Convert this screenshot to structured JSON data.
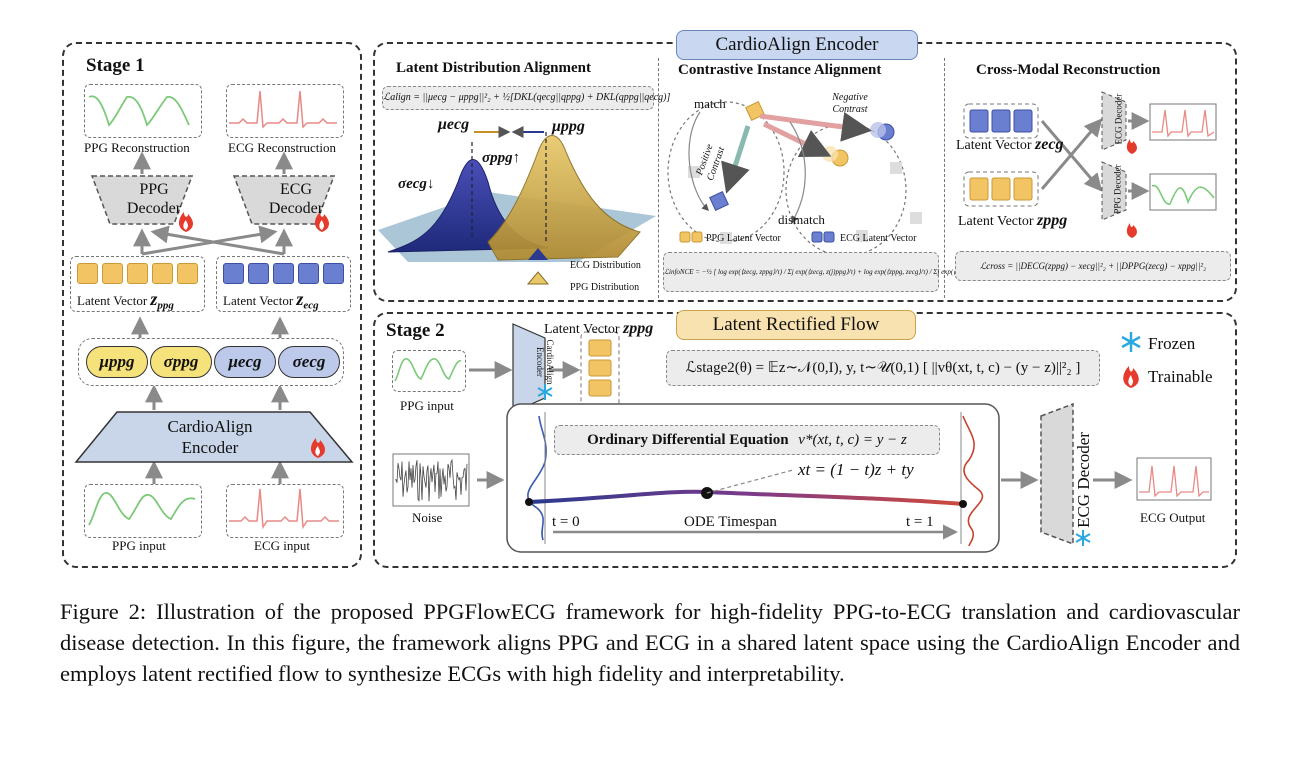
{
  "stage1": {
    "title": "Stage 1",
    "ppg_reconstruction": "PPG Reconstruction",
    "ecg_reconstruction": "ECG Reconstruction",
    "ppg_decoder": "PPG Decoder",
    "ecg_decoder": "ECG Decoder",
    "latent_ppg_label": "Latent Vector",
    "latent_ppg_sym": "z",
    "latent_ppg_sub": "ppg",
    "latent_ecg_label": "Latent Vector",
    "latent_ecg_sym": "z",
    "latent_ecg_sub": "ecg",
    "mu_ppg": "μppg",
    "sigma_ppg": "σppg",
    "mu_ecg": "μecg",
    "sigma_ecg": "σecg",
    "encoder": "CardioAlign Encoder",
    "ppg_input": "PPG input",
    "ecg_input": "ECG input"
  },
  "encoder_panel": {
    "title": "CardioAlign Encoder",
    "lda": {
      "title": "Latent Distribution Alignment",
      "formula": "ℒalign = ||μecg − μppg||²₂ + ½[DKL(qecg||qppg) + DKL(qppg||qecg)]",
      "mu_ecg": "μecg",
      "mu_ppg": "μppg",
      "sigma_ppg": "σppg↑",
      "sigma_ecg": "σecg↓",
      "legend_ecg": "ECG Distribution",
      "legend_ppg": "PPG Distribution"
    },
    "cia": {
      "title": "Contrastive Instance Alignment",
      "match": "match",
      "dismatch": "dismatch",
      "negative": "Negative Contrast",
      "positive": "Positive Contrast",
      "legend_ppg": "PPG Latent Vector",
      "legend_ecg": "ECG Latent Vector",
      "formula": "ℒinfoNCE = −½ [ log exp(⟨zecg, zppg⟩/τ) / Σj exp(⟨zecg, z(j)ppg⟩/τ) + log exp(⟨zppg, zecg⟩/τ) / Σj exp(⟨zppg, z(j)ecg⟩/τ) ]"
    },
    "cmr": {
      "title": "Cross-Modal Reconstruction",
      "latent_ecg": "Latent Vector",
      "latent_ecg_sym": "zecg",
      "latent_ppg": "Latent Vector",
      "latent_ppg_sym": "zppg",
      "ecg_decoder": "ECG Decoder",
      "ppg_decoder": "PPG Decoder",
      "formula": "ℒcross = ||DECG(zppg) − xecg||²₂ + ||DPPG(zecg) − xppg||²₂"
    }
  },
  "stage2": {
    "title": "Stage 2",
    "banner": "Latent Rectified Flow",
    "ppg_input": "PPG input",
    "encoder": "CardioAlign Encoder",
    "latent_label": "Latent Vector",
    "latent_sym": "zppg",
    "loss": "ℒstage2(θ) = 𝔼z∼𝒩(0,I), y, t∼𝒰(0,1) [ ||vθ(xt, t, c) − (y − z)||²₂ ]",
    "ode_label": "Ordinary Differential Equation",
    "ode_eq": "v*(xt, t, c) = y − z",
    "xt_eq": "xt = (1 − t)z + ty",
    "noise": "Noise",
    "t0": "t = 0",
    "t1": "t = 1",
    "timespan": "ODE Timespan",
    "ecg_decoder": "ECG Decoder",
    "ecg_output": "ECG Output"
  },
  "legend": {
    "frozen": "Frozen",
    "trainable": "Trainable"
  },
  "caption": "Figure 2: Illustration of the proposed PPGFlowECG framework for high-fidelity PPG-to-ECG translation and cardiovascular disease detection. In this figure, the framework aligns PPG and ECG in a shared latent space using the CardioAlign Encoder and employs latent rectified flow to synthesize ECGs with high fidelity and interpretability.",
  "colors": {
    "ppg_signal": "#7cc97a",
    "ecg_signal": "#e88a86",
    "ppg_latent": "#f2c464",
    "ecg_latent": "#6b7fd1",
    "encoder_fill": "#c9d6ea",
    "decoder_fill": "#d9d9d9",
    "banner_blue": "#c9d8f0",
    "banner_yellow": "#f8e2b0"
  }
}
